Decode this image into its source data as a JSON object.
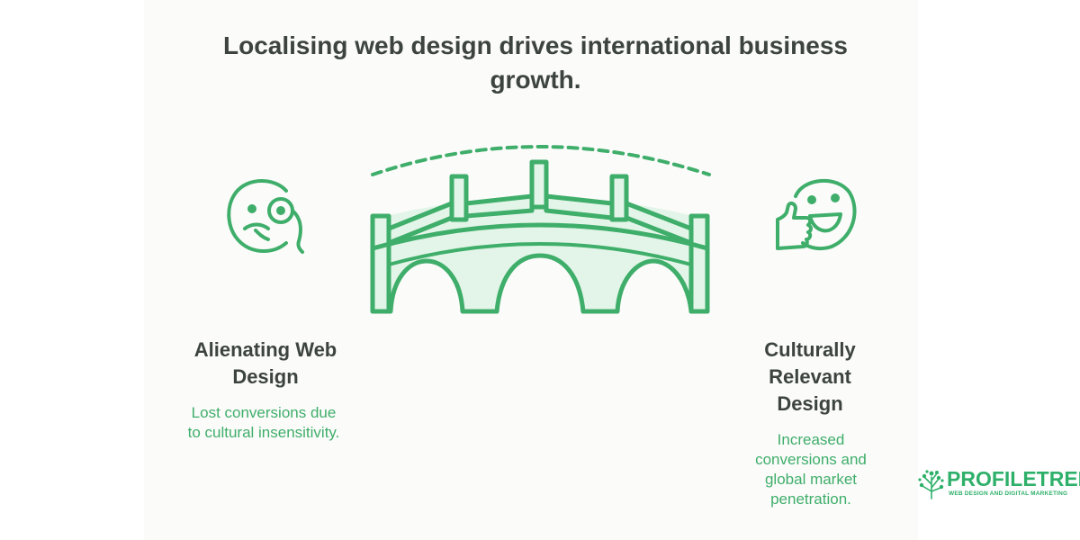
{
  "title": "Localising web design drives international business growth.",
  "left": {
    "heading": "Alienating Web Design",
    "description": "Lost conversions due to cultural insensitivity.",
    "icon": "confused-face-monocle-icon"
  },
  "right": {
    "heading": "Culturally Relevant Design",
    "description": "Increased conversions and global market penetration.",
    "icon": "happy-face-thumbs-up-icon"
  },
  "center_icon": "bridge-icon",
  "logo": {
    "name": "PROFILETREE",
    "tagline": "WEB DESIGN AND DIGITAL MARKETING"
  },
  "colors": {
    "accent": "#3fae6a",
    "accent_fill": "#e3f5e8",
    "text": "#3d4440",
    "background": "#fbfbfa"
  }
}
